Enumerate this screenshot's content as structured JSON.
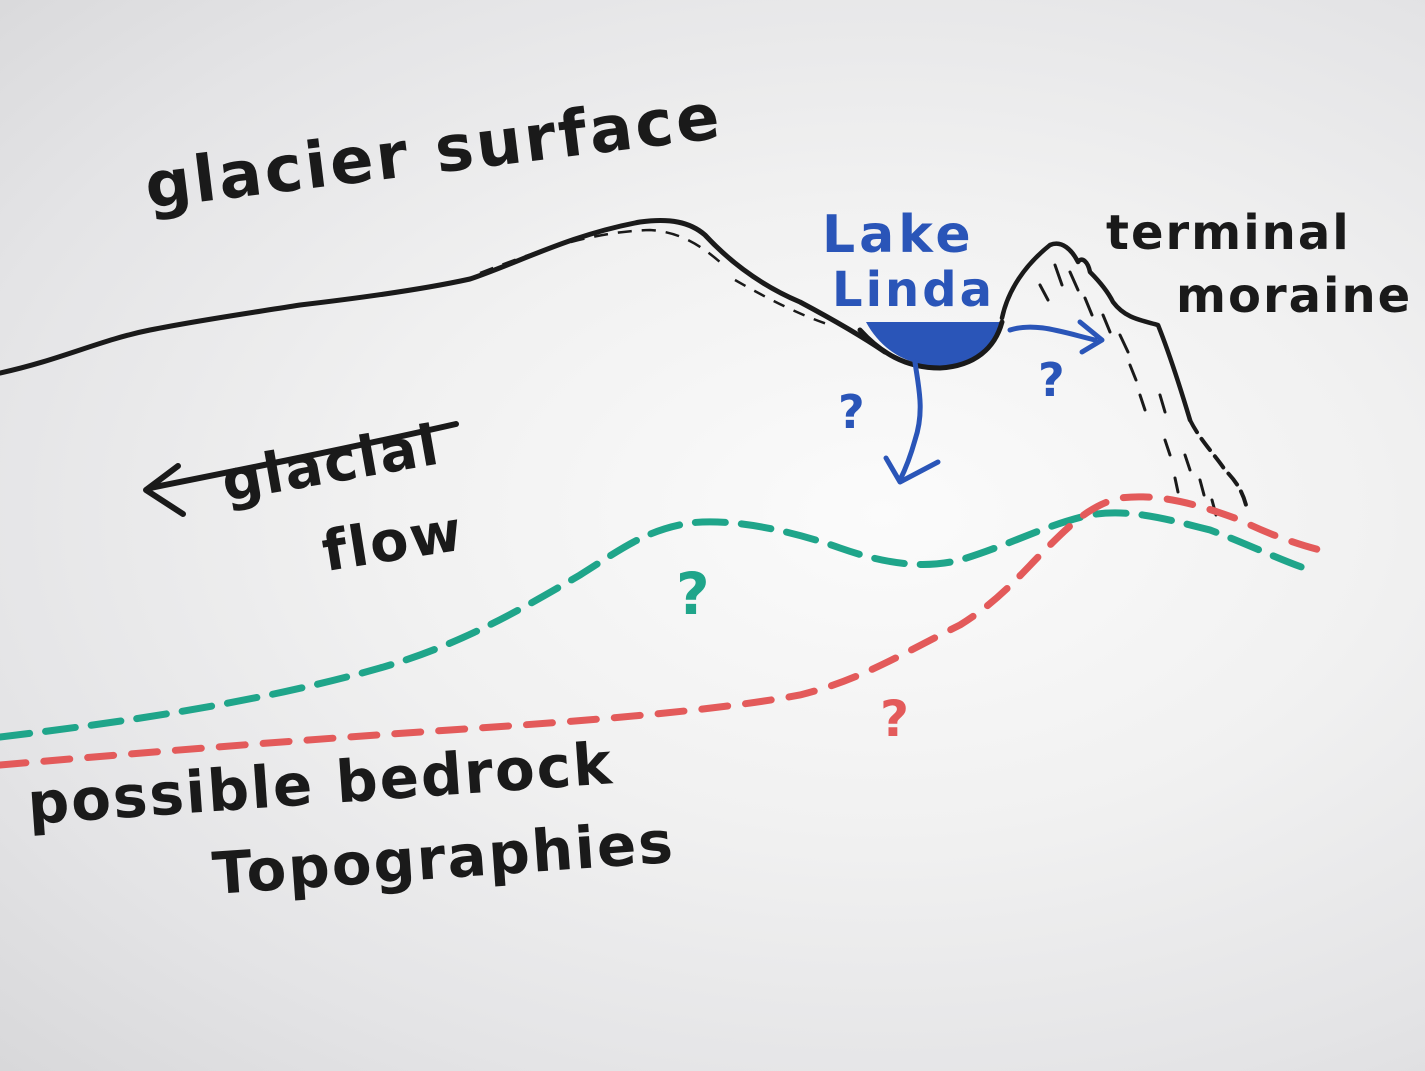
{
  "labels": {
    "glacier_surface": "glacier surface",
    "lake_line1": "Lake",
    "lake_line2": "Linda",
    "terminal": "terminal",
    "moraine": "moraine",
    "flow_line1": "glacial",
    "flow_line2": "flow",
    "bedrock_line1": "possible bedrock",
    "bedrock_line2": "Topographies"
  },
  "question_marks": {
    "lake_left": "?",
    "lake_right": "?",
    "green": "?",
    "red": "?"
  },
  "colors": {
    "ink": "#1a1a1a",
    "lake_blue": "#2a55b8",
    "bedrock_green": "#1fa58a",
    "bedrock_red": "#e35a5a"
  }
}
